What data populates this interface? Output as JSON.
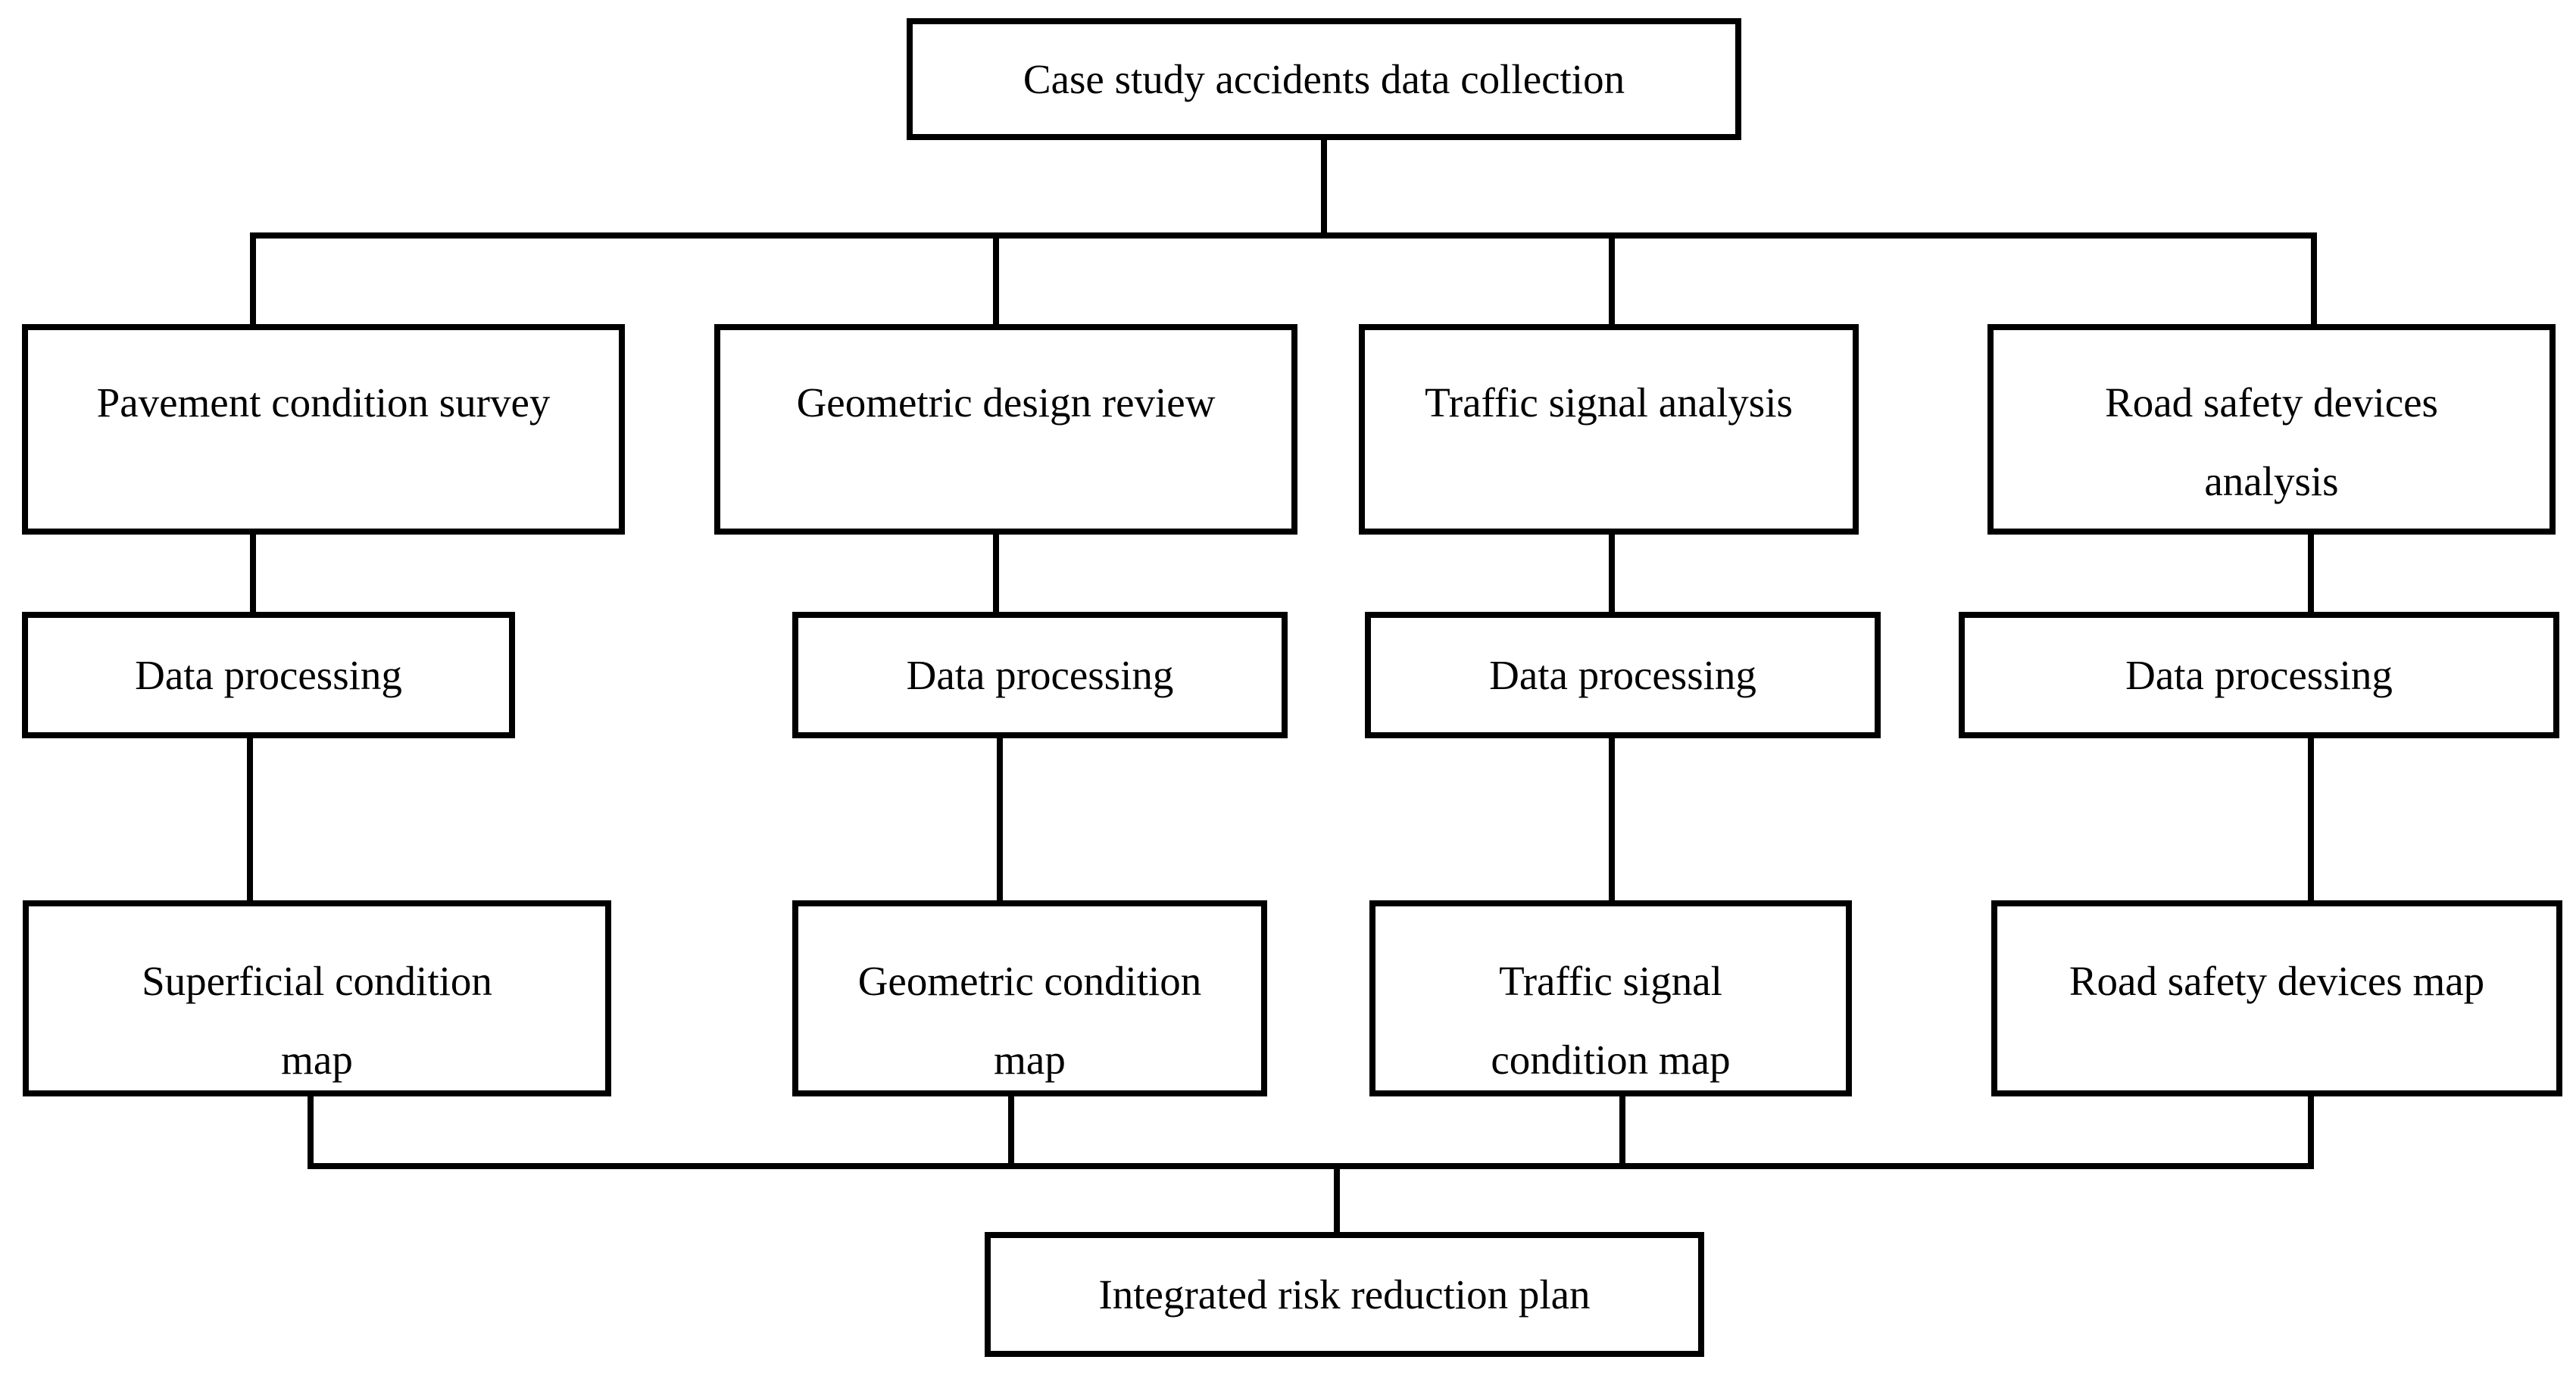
{
  "diagram": {
    "root": {
      "label": "Case study accidents data collection"
    },
    "columns": [
      {
        "analysis": [
          "Pavement condition survey"
        ],
        "processing": "Data processing",
        "map": [
          "Superficial condition",
          "map"
        ]
      },
      {
        "analysis": [
          "Geometric design review"
        ],
        "processing": "Data processing",
        "map": [
          "Geometric condition",
          "map"
        ]
      },
      {
        "analysis": [
          "Traffic signal analysis"
        ],
        "processing": "Data processing",
        "map": [
          "Traffic signal",
          "condition map"
        ]
      },
      {
        "analysis": [
          "Road safety devices",
          "analysis"
        ],
        "processing": "Data processing",
        "map": [
          "Road safety devices map"
        ]
      }
    ],
    "final": {
      "label": "Integrated risk reduction plan"
    },
    "colors": {
      "line": "#000000",
      "background": "#ffffff",
      "text": "#000000"
    }
  }
}
